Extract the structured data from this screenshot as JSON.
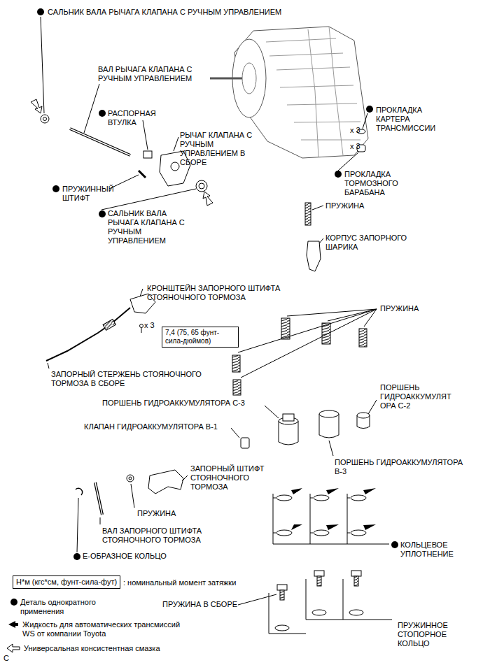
{
  "diagram": {
    "nodes": [
      {
        "text": [
          "7,4 (75, 65 фунт-сила-дюймов)"
        ]
      },
      {
        "text": [
          "Н*м (кгс*см, фунт-сила-фут)"
        ]
      }
    ],
    "labels": [
      "САЛЬНИК ВАЛА РЫЧАГА КЛАПАНА С РУЧНЫМ УПРАВЛЕНИЕМ",
      "ВАЛ РЫЧАГА КЛАПАНА С РУЧНЫМ УПРАВЛЕНИЕМ",
      "РАСПОРНАЯ ВТУЛКА",
      "РЫЧАГ КЛАПАНА С РУЧНЫМ УПРАВЛЕНИЕМ В СБОРЕ",
      "ПРУЖИННЫЙ ШТИФТ",
      "САЛЬНИК ВАЛА РЫЧАГА КЛАПАНА С РУЧНЫМ УПРАВЛЕНИЕМ",
      "ПРОКЛАДКА КАРТЕРА ТРАНСМИССИИ",
      "x 3",
      "x 3",
      "ПРОКЛАДКА ТОРМОЗНОГО БАРАБАНА",
      "ПРУЖИНА",
      "КОРПУС ЗАПОРНОГО ШАРИКА",
      "КРОНШТЕЙН ЗАПОРНОГО ШТИФТА СТОЯНОЧНОГО ТОРМОЗА",
      "ПРУЖИНА",
      "x 3",
      "ЗАПОРНЫЙ СТЕРЖЕНЬ СТОЯНОЧНОГО ТОРМОЗА В СБОРЕ",
      "ПОРШЕНЬ ГИДРОАККУМУЛЯТОРА С-3",
      "ПОРШЕНЬ ГИДРОАККУМУЛЯТ ОРА С-2",
      "КЛАПАН ГИДРОАККУМУЛЯТОРА В-1",
      "ПОРШЕНЬ ГИДРОАККУМУЛЯТОРА В-3",
      "ЗАПОРНЫЙ ШТИФТ СТОЯНОЧНОГО ТОРМОЗА",
      "ПРУЖИНА",
      "ВАЛ ЗАПОРНОГО ШТИФТА СТОЯНОЧНОГО ТОРМОЗА",
      "Е-ОБРАЗНОЕ КОЛЬЦО",
      "КОЛЬЦЕВОЕ УПЛОТНЕНИЕ",
      "ПРУЖИНА В СБОРЕ",
      "ПРУЖИННОЕ СТОПОРНОЕ КОЛЬЦО",
      "C"
    ],
    "legend": [
      {
        "text": ": номинальный момент затяжки"
      },
      {
        "text": "Деталь однократного применения"
      },
      {
        "text": "Жидкость для автоматических трансмиссий WS от компании Toyota"
      },
      {
        "text": "Универсальная консистентная смазка"
      }
    ]
  }
}
